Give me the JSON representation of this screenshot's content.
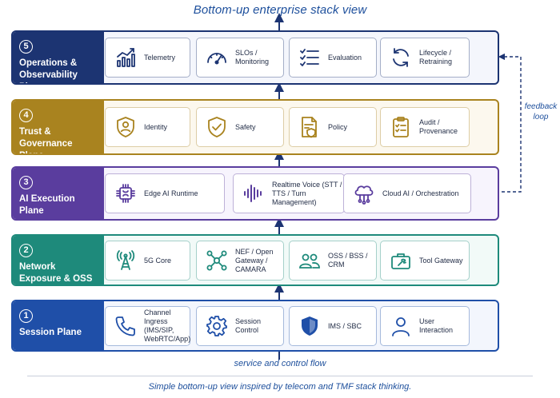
{
  "title": "Bottom-up enterprise stack view",
  "feedback_label": "feedback loop",
  "flow_label": "service and control flow",
  "caption": "Simple bottom-up view inspired by telecom and TMF stack thinking.",
  "planes": [
    {
      "num": "5",
      "name": "Operations & Observability Plane",
      "accent": "#1c3472",
      "tint": "#f4f6fc",
      "items": [
        {
          "label": "Telemetry",
          "icon": "telemetry-icon"
        },
        {
          "label": "SLOs / Monitoring",
          "icon": "gauge-icon"
        },
        {
          "label": "Evaluation",
          "icon": "checklist-icon"
        },
        {
          "label": "Lifecycle / Retraining",
          "icon": "cycle-icon"
        }
      ]
    },
    {
      "num": "4",
      "name": "Trust & Governance Plane",
      "accent": "#a9831f",
      "tint": "#fcf8ee",
      "items": [
        {
          "label": "Identity",
          "icon": "identity-shield-icon"
        },
        {
          "label": "Safety",
          "icon": "safety-shield-icon"
        },
        {
          "label": "Policy",
          "icon": "policy-doc-icon"
        },
        {
          "label": "Audit / Provenance",
          "icon": "clipboard-icon"
        }
      ]
    },
    {
      "num": "3",
      "name": "AI Execution Plane",
      "accent": "#5a3d9e",
      "tint": "#f7f4fd",
      "items": [
        {
          "label": "Edge AI Runtime",
          "icon": "chip-icon"
        },
        {
          "label": "Realtime Voice (STT / TTS / Turn Management)",
          "icon": "waveform-icon"
        },
        {
          "label": "Cloud AI / Orchestration",
          "icon": "cloud-icon"
        }
      ]
    },
    {
      "num": "2",
      "name": "Network Exposure & OSS Plane",
      "accent": "#1e8a7b",
      "tint": "#f2faf8",
      "items": [
        {
          "label": "5G Core",
          "icon": "antenna-icon"
        },
        {
          "label": "NEF / Open Gateway / CAMARA",
          "icon": "network-icon"
        },
        {
          "label": "OSS / BSS / CRM",
          "icon": "users-icon"
        },
        {
          "label": "Tool Gateway",
          "icon": "toolbox-icon"
        }
      ]
    },
    {
      "num": "1",
      "name": "Session Plane",
      "accent": "#1f4fa8",
      "tint": "#f3f6fd",
      "items": [
        {
          "label": "Channel Ingress (IMS/SIP, WebRTC/App)",
          "icon": "phone-icon"
        },
        {
          "label": "Session Control",
          "icon": "gear-icon"
        },
        {
          "label": "IMS / SBC",
          "icon": "shield-icon"
        },
        {
          "label": "User Interaction",
          "icon": "user-icon"
        }
      ]
    }
  ]
}
